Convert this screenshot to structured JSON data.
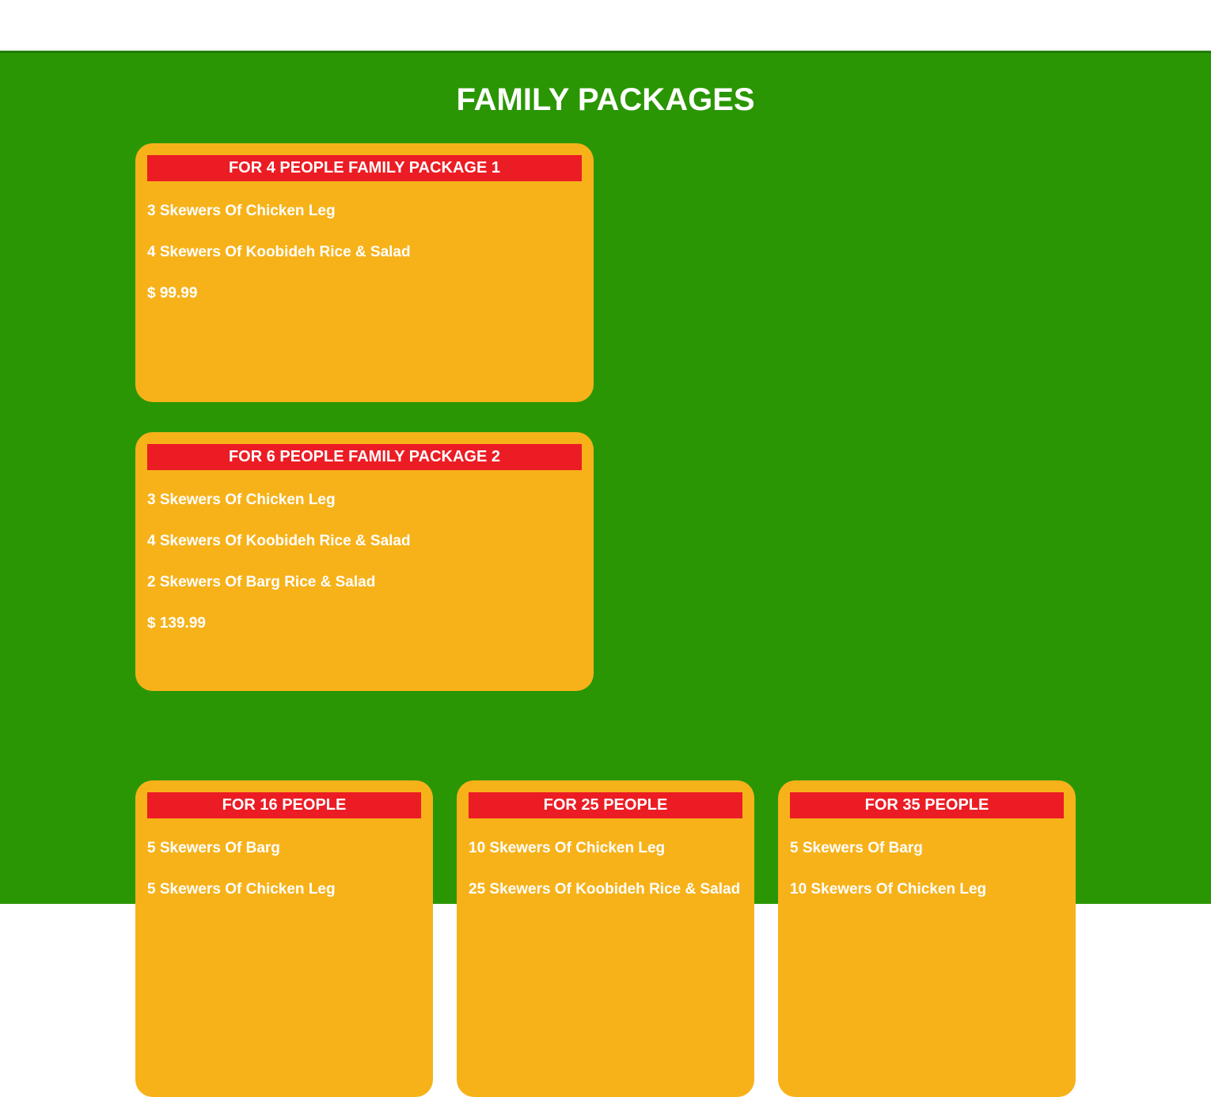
{
  "title": "FAMILY PACKAGES",
  "theme": {
    "background_green": "#2A9603",
    "section_top_edge_green": "#1F7D04",
    "card_orange": "#F7B21A",
    "banner_red": "#EC1C24",
    "text_white": "#FFFFFF",
    "top_strip_white": "#FFFFFF"
  },
  "family_packages": [
    {
      "header": "FOR 4 PEOPLE FAMILY PACKAGE 1",
      "items": [
        "3 Skewers Of Chicken Leg",
        "4 Skewers Of Koobideh Rice & Salad"
      ],
      "price": "$ 99.99"
    },
    {
      "header": "FOR 6 PEOPLE FAMILY PACKAGE 2",
      "items": [
        "3 Skewers Of Chicken Leg",
        "4 Skewers Of Koobideh Rice & Salad",
        "2 Skewers Of Barg Rice & Salad"
      ],
      "price": "$ 139.99"
    }
  ],
  "group_packages": [
    {
      "header": "FOR 16 PEOPLE",
      "items": [
        "5 Skewers Of Barg",
        "5 Skewers Of Chicken Leg"
      ]
    },
    {
      "header": "FOR 25 PEOPLE",
      "items": [
        "10 Skewers Of Chicken Leg",
        "25 Skewers Of Koobideh Rice & Salad"
      ]
    },
    {
      "header": "FOR 35 PEOPLE",
      "items": [
        "5 Skewers Of Barg",
        "10 Skewers Of Chicken Leg"
      ]
    }
  ]
}
